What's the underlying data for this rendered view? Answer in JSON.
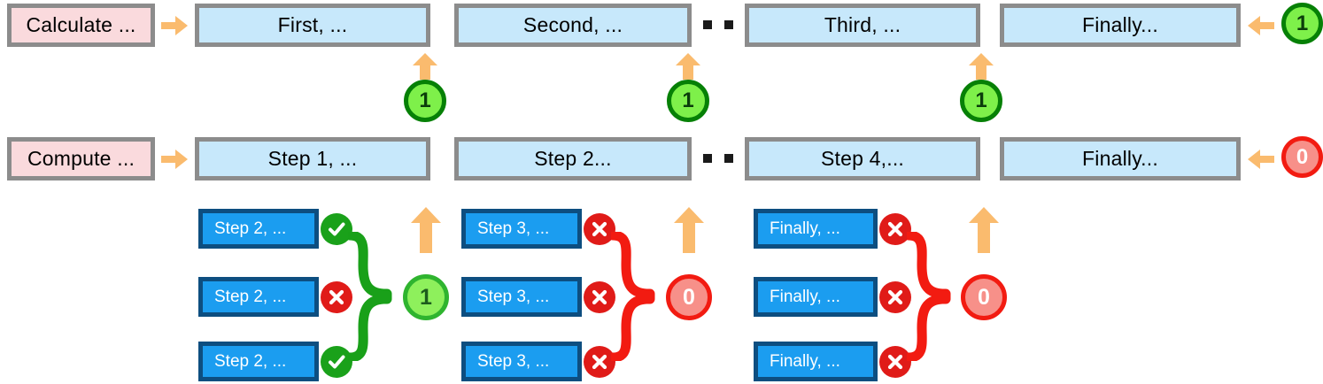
{
  "colors": {
    "prompt_fill": "#fadadd",
    "step_fill": "#c7e8fb",
    "box_border": "#8c8c8c",
    "candidate_fill": "#1b9df0",
    "candidate_border": "#0d4e80",
    "arrow": "#fabb6e",
    "green_badge_fill": "#7ef04a",
    "green_badge_border": "#068006",
    "red_badge_fill": "#f79089",
    "red_badge_border": "#f21b11",
    "check_circle": "#1aa11a",
    "cross_circle": "#e01b18",
    "brace_green": "#19a019",
    "brace_red": "#f21b11"
  },
  "rows": [
    {
      "id": "row-correct",
      "prompt": "Calculate ...",
      "steps": [
        {
          "label": "First, ..."
        },
        {
          "label": "Second, ..."
        },
        {
          "label": "Third, ..."
        },
        {
          "label": "Finally..."
        }
      ],
      "final_score": "1",
      "final_score_type": "green",
      "step_scores": [
        {
          "value": "1",
          "type": "green"
        },
        {
          "value": "1",
          "type": "green"
        },
        {
          "value": "1",
          "type": "green"
        }
      ]
    },
    {
      "id": "row-incorrect",
      "prompt": "Compute ...",
      "steps": [
        {
          "label": "Step 1, ..."
        },
        {
          "label": "Step 2..."
        },
        {
          "label": "Step 4,..."
        },
        {
          "label": "Finally..."
        }
      ],
      "final_score": "0",
      "final_score_type": "red",
      "step_scores": [
        {
          "value": "1",
          "type": "green"
        },
        {
          "value": "0",
          "type": "red"
        },
        {
          "value": "0",
          "type": "red"
        }
      ]
    }
  ],
  "rollout_clusters": [
    {
      "id": "cluster-step2",
      "score": "1",
      "score_type": "green",
      "brace_color": "green",
      "candidates": [
        {
          "label": "Step 2,  ...",
          "verdict": "check"
        },
        {
          "label": "Step 2,  ...",
          "verdict": "cross"
        },
        {
          "label": "Step 2,  ...",
          "verdict": "check"
        }
      ]
    },
    {
      "id": "cluster-step3",
      "score": "0",
      "score_type": "red",
      "brace_color": "red",
      "candidates": [
        {
          "label": "Step 3,  ...",
          "verdict": "cross"
        },
        {
          "label": "Step 3,  ...",
          "verdict": "cross"
        },
        {
          "label": "Step 3,  ...",
          "verdict": "cross"
        }
      ]
    },
    {
      "id": "cluster-finally",
      "score": "0",
      "score_type": "red",
      "brace_color": "red",
      "candidates": [
        {
          "label": "Finally,  ...",
          "verdict": "cross"
        },
        {
          "label": "Finally,  ...",
          "verdict": "cross"
        },
        {
          "label": "Finally,  ...",
          "verdict": "cross"
        }
      ]
    }
  ],
  "icons": {
    "arrow_right": "arrow-right-icon",
    "arrow_left": "arrow-left-icon",
    "arrow_up": "arrow-up-icon",
    "check": "check-circle-icon",
    "cross": "cross-circle-icon",
    "ellipsis": "ellipsis-icon",
    "brace": "brace-icon"
  }
}
